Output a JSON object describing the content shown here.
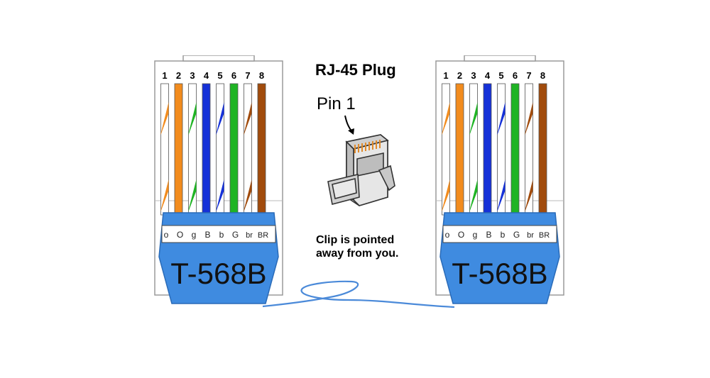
{
  "diagram": {
    "title": "RJ-45 Plug",
    "pin1_label": "Pin 1",
    "caption_line1": "Clip is pointed",
    "caption_line2": "away from you.",
    "colors": {
      "orange": "#f28c1e",
      "green": "#1fb424",
      "blue": "#1531d8",
      "brown": "#a14b0c",
      "white": "#ffffff",
      "boot": "#3f8be0",
      "cable": "#4b8ad9"
    },
    "connectors": [
      {
        "side": "left",
        "standard": "T-568B",
        "pin_numbers": [
          "1",
          "2",
          "3",
          "4",
          "5",
          "6",
          "7",
          "8"
        ],
        "wire_codes": [
          "o",
          "O",
          "g",
          "B",
          "b",
          "G",
          "br",
          "BR"
        ],
        "wires": [
          {
            "base": "white",
            "stripe": "orange"
          },
          {
            "base": "orange",
            "stripe": ""
          },
          {
            "base": "white",
            "stripe": "green"
          },
          {
            "base": "blue",
            "stripe": ""
          },
          {
            "base": "white",
            "stripe": "blue"
          },
          {
            "base": "green",
            "stripe": ""
          },
          {
            "base": "white",
            "stripe": "brown"
          },
          {
            "base": "brown",
            "stripe": ""
          }
        ]
      },
      {
        "side": "right",
        "standard": "T-568B",
        "pin_numbers": [
          "1",
          "2",
          "3",
          "4",
          "5",
          "6",
          "7",
          "8"
        ],
        "wire_codes": [
          "o",
          "O",
          "g",
          "B",
          "b",
          "G",
          "br",
          "BR"
        ],
        "wires": [
          {
            "base": "white",
            "stripe": "orange"
          },
          {
            "base": "orange",
            "stripe": ""
          },
          {
            "base": "white",
            "stripe": "green"
          },
          {
            "base": "blue",
            "stripe": ""
          },
          {
            "base": "white",
            "stripe": "blue"
          },
          {
            "base": "green",
            "stripe": ""
          },
          {
            "base": "white",
            "stripe": "brown"
          },
          {
            "base": "brown",
            "stripe": ""
          }
        ]
      }
    ]
  }
}
